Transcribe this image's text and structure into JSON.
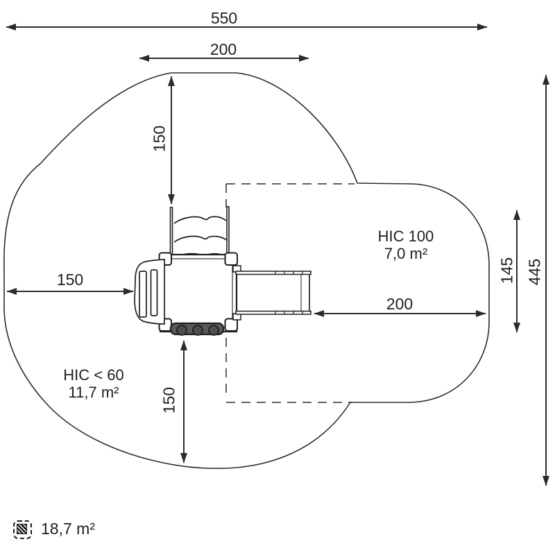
{
  "dims": {
    "total_width": "550",
    "top_width": "200",
    "top_height": "150",
    "left_clearance": "150",
    "right_clearance": "200",
    "right_inner_height": "145",
    "total_height": "445",
    "bottom_clearance": "150"
  },
  "zones": {
    "hic100_title": "HIC 100",
    "hic100_area": "7,0 m²",
    "hic60_title": "HIC < 60",
    "hic60_area": "11,7 m²"
  },
  "legend": {
    "total_area": "18,7 m²"
  },
  "icons": {
    "area_legend": "hatched-square-icon"
  },
  "colors": {
    "line": "#1e1e1e",
    "bar_fill": "#595a5c",
    "background": "#ffffff"
  }
}
